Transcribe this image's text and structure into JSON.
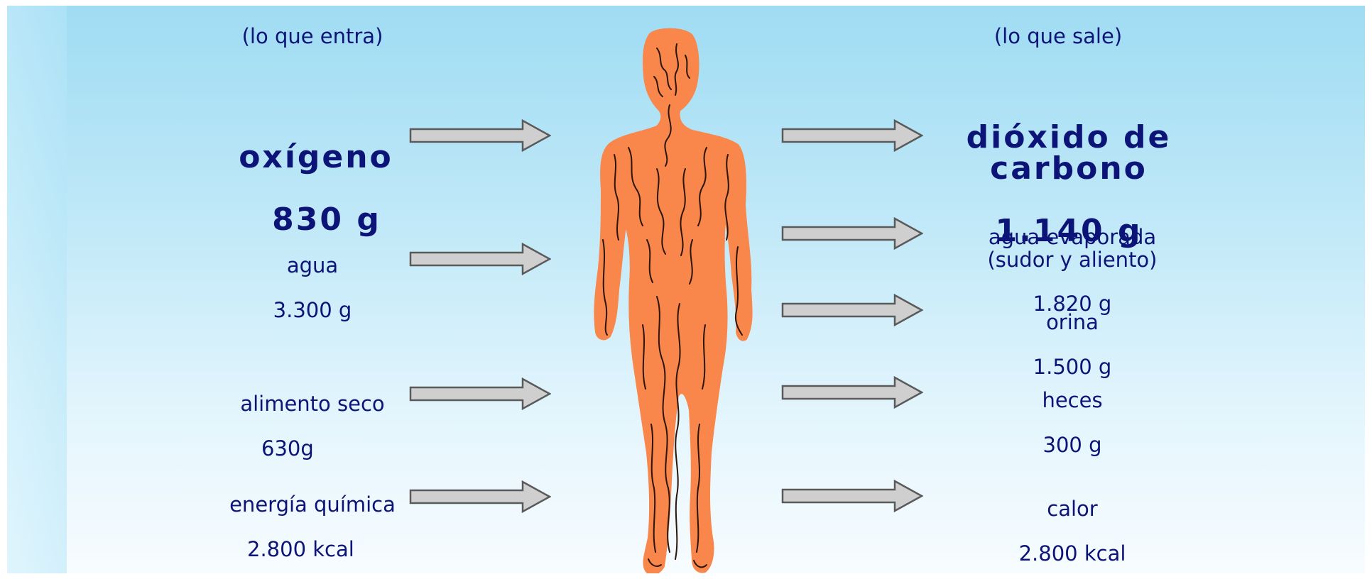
{
  "headers": {
    "input": "(lo que entra)",
    "output": "(lo que sale)"
  },
  "inputs": [
    {
      "name": "oxígeno",
      "amount": "830 g"
    },
    {
      "name": "agua",
      "amount": "3.300 g"
    },
    {
      "name": "alimento seco",
      "amount": "630g"
    },
    {
      "name": "energía química",
      "amount": "2.800 kcal"
    }
  ],
  "outputs": [
    {
      "name": "dióxido de\ncarbono",
      "amount": "1.140 g"
    },
    {
      "name": "agua evaporada\n(sudor y aliento)",
      "amount": "1.820 g"
    },
    {
      "name": "orina",
      "amount": "1.500 g"
    },
    {
      "name": "heces",
      "amount": "300 g"
    },
    {
      "name": "calor",
      "amount": "2.800 kcal"
    }
  ],
  "colors": {
    "text": "#0d1478",
    "figure": "#f9864a",
    "arrow_fill": "#cfcfcf",
    "arrow_stroke": "#5a5a5a"
  }
}
